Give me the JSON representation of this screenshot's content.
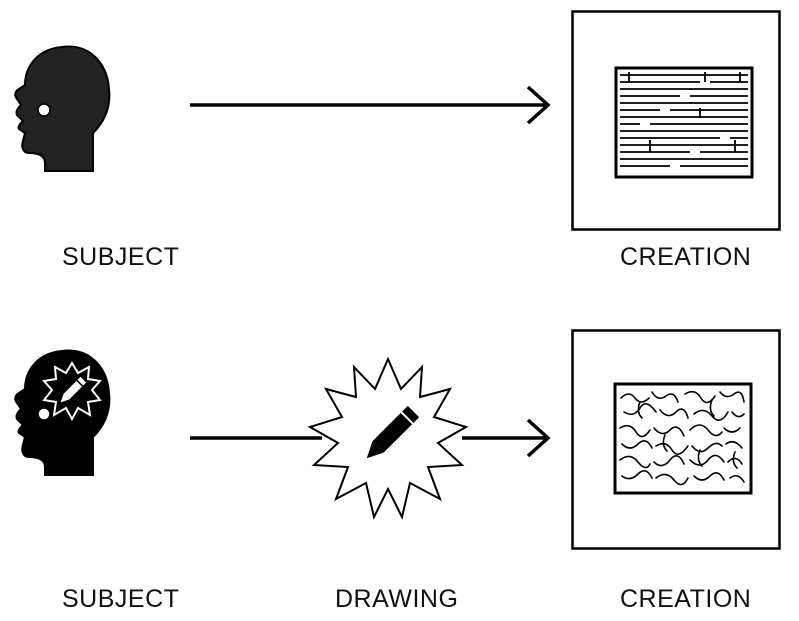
{
  "labels": {
    "top_subject": "SUBJECT",
    "top_creation": "CREATION",
    "bottom_subject": "SUBJECT",
    "bottom_drawing": "DRAWING",
    "bottom_creation": "CREATION"
  },
  "icons": {
    "top_head": "head-profile-icon",
    "bottom_head": "head-profile-with-pencil-burst-icon",
    "drawing": "pencil-starburst-icon",
    "top_image": "ordered-lines-image-icon",
    "bottom_image": "squiggle-lines-image-icon",
    "arrow": "arrow-right-icon"
  },
  "colors": {
    "ink": "#111111",
    "head_fill": "#222222",
    "background": "#ffffff"
  }
}
